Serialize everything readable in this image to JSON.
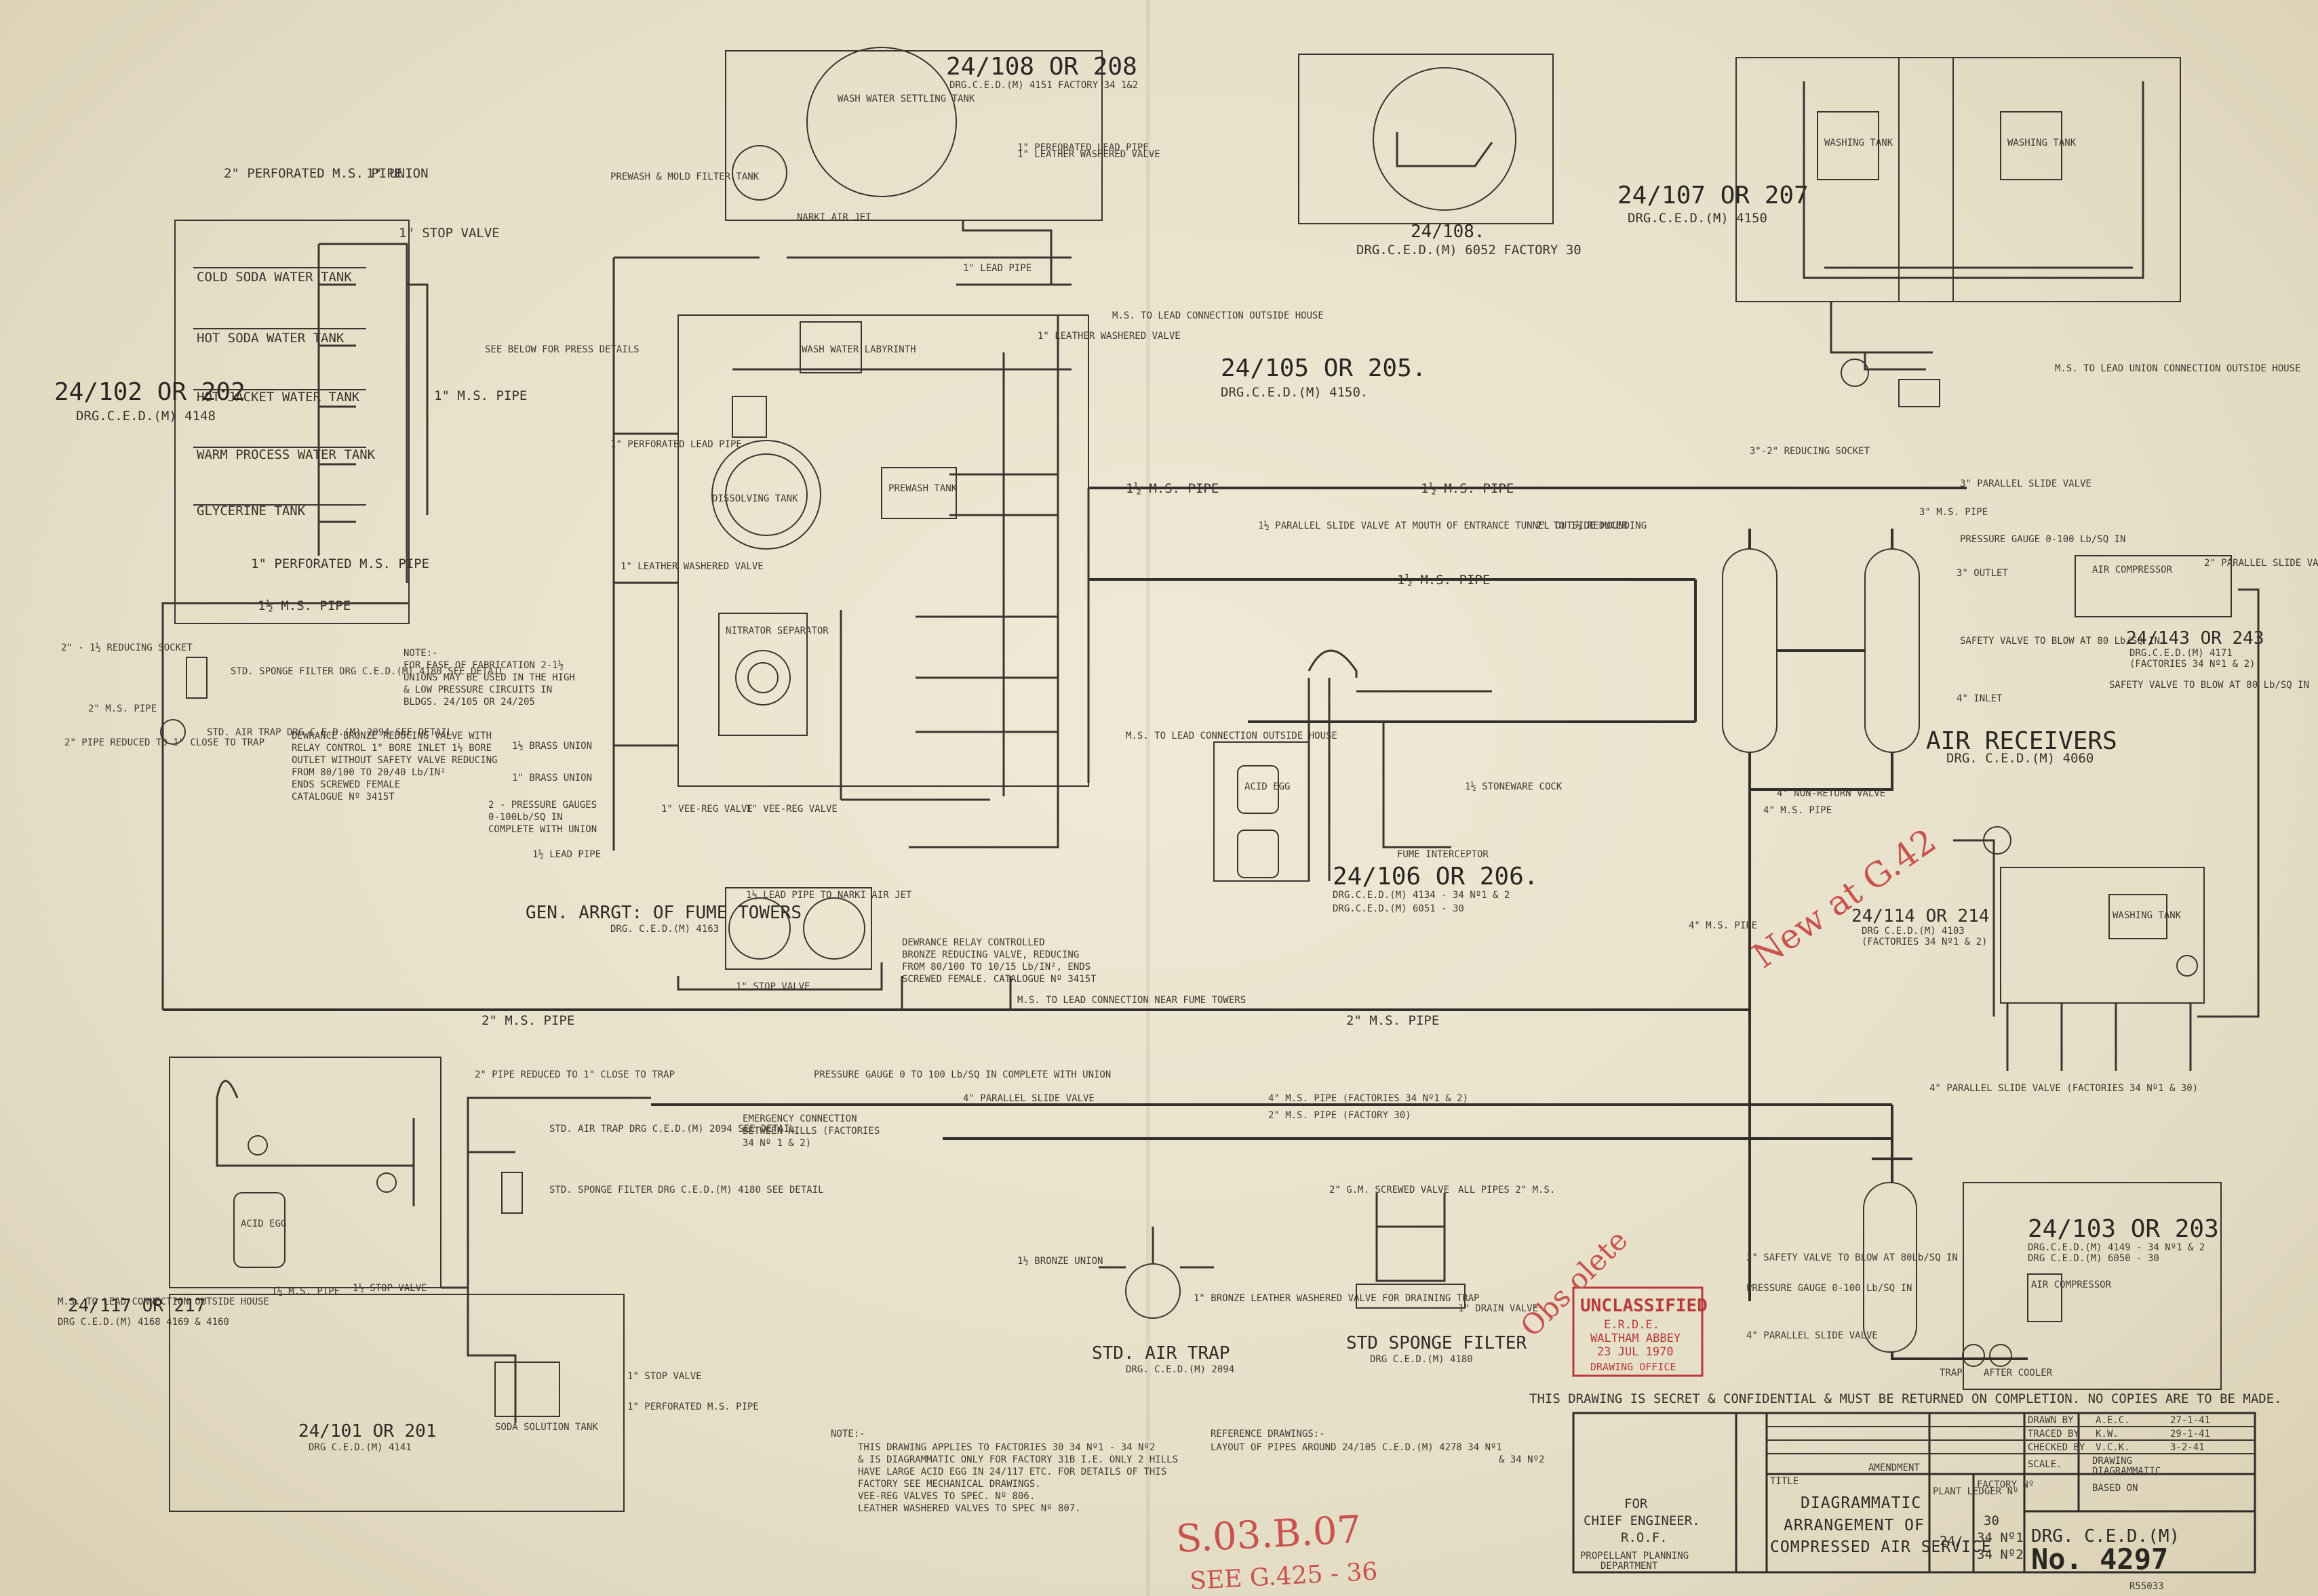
{
  "drawing": {
    "title_lines": [
      "DIAGRAMMATIC",
      "ARRANGEMENT OF",
      "COMPRESSED AIR SERVICE"
    ],
    "title_label": "TITLE",
    "amendment_label": "AMENDMENT",
    "drg_no_label": "DRG. C.E.D.(M)",
    "drg_no_value": "No. 4297",
    "plant_ledger": "PLANT LEDGER Nº",
    "plant_ledger_value": "24/-",
    "factory_label": "FACTORY Nº",
    "factory_values": [
      "30",
      "34 Nº1",
      "34 Nº2"
    ],
    "drawn_by": [
      "DRAWN BY",
      "A.E.C.",
      "27-1-41"
    ],
    "traced_by": [
      "TRACED BY",
      "K.W.",
      "29-1-41"
    ],
    "checked_by": [
      "CHECKED BY",
      "V.C.K.",
      "3-2-41"
    ],
    "scale": [
      "SCALE.",
      "DRAWING",
      "DIAGRAMMATIC"
    ],
    "based_on": "BASED ON",
    "for_chief": [
      "FOR",
      "CHIEF ENGINEER.",
      "R.O.F.",
      "PROPELLANT PLANNING",
      "DEPARTMENT"
    ],
    "secret_note": "THIS DRAWING IS SECRET & CONFIDENTIAL & MUST BE RETURNED ON COMPLETION. NO COPIES ARE TO BE MADE.",
    "stamp": [
      "UNCLASSIFIED",
      "E.R.D.E.",
      "WALTHAM ABBEY",
      "23 JUL 1970",
      "DRAWING OFFICE"
    ],
    "red_marks": [
      "S.03.B.07",
      "SEE G.425 - 36",
      "New at G.42",
      "Obs olete"
    ],
    "catalog_no": "R55033"
  },
  "sections": {
    "s102": [
      "24/102 OR 202",
      "DRG.C.E.D.(M) 4148"
    ],
    "s108": [
      "24/108 OR 208",
      "DRG.C.E.D.(M) 4151 FACTORY 34 1&2"
    ],
    "s108b": [
      "24/108.",
      "DRG.C.E.D.(M) 6052 FACTORY 30"
    ],
    "s107": [
      "24/107 OR 207",
      "DRG.C.E.D.(M) 4150"
    ],
    "s105": [
      "24/105 OR 205.",
      "DRG.C.E.D.(M) 4150."
    ],
    "s106": [
      "24/106 OR 206.",
      "DRG.C.E.D.(M) 4134 - 34 Nº1 & 2",
      "DRG.C.E.D.(M) 6051 - 30"
    ],
    "s143": [
      "24/143 OR 243",
      "DRG.C.E.D.(M) 4171",
      "(FACTORIES 34 Nº1 & 2)"
    ],
    "s114": [
      "24/114 OR 214",
      "DRG C.E.D.(M) 4103",
      "(FACTORIES 34 Nº1 & 2)"
    ],
    "s117": [
      "24/117 OR 217",
      "DRG C.E.D.(M) 4168 4169 & 4160"
    ],
    "s101": [
      "24/101 OR 201",
      "DRG C.E.D.(M) 4141"
    ],
    "s103": [
      "24/103 OR 203",
      "DRG.C.E.D.(M) 4149 - 34 Nº1 & 2",
      "DRG C.E.D.(M) 6050 - 30"
    ]
  },
  "headings": {
    "fume_towers": "GEN. ARRGT: OF FUME TOWERS",
    "fume_towers_drg": "DRG. C.E.D.(M) 4163",
    "air_receivers": "AIR RECEIVERS",
    "air_receivers_drg": "DRG. C.E.D.(M) 4060",
    "std_air_trap": "STD. AIR TRAP",
    "std_air_trap_drg": "DRG. C.E.D.(M) 2094",
    "std_sponge": "STD SPONGE FILTER",
    "std_sponge_drg": "DRG C.E.D.(M) 4180"
  },
  "tanks": [
    "COLD SODA WATER TANK",
    "HOT SODA WATER TANK",
    "HOT JACKET WATER TANK",
    "WARM PROCESS WATER TANK",
    "GLYCERINE TANK"
  ],
  "labels": {
    "perforated_ms_top": "2\" PERFORATED M.S. PIPE",
    "union": "1\" UNION",
    "stop_valve_1": "1\" STOP VALVE",
    "ms_pipe_1": "1\" M.S. PIPE",
    "perforated_ms_bottom": "1\" PERFORATED M.S. PIPE",
    "ms_pipe_15": "1½ M.S. PIPE",
    "reducing_socket_1": "2\" - 1½ REDUCING SOCKET",
    "ms_pipe_2": "2\" M.S. PIPE",
    "pipe_reduced_1": "2\" PIPE REDUCED TO 1\" CLOSE TO TRAP",
    "sponge_note": "STD. SPONGE FILTER DRG C.E.D.(M) 4180 SEE DETAIL",
    "air_trap_note": "STD. AIR TRAP DRG C.E.D.(M) 2094 SEE DETAIL",
    "dewrance_note": [
      "DEWRANCE BRONZE REDUCING VALVE WITH",
      "RELAY CONTROL 1\" BORE INLET 1½ BORE",
      "OUTLET WITHOUT SAFETY VALVE REDUCING",
      "FROM 80/100 TO 20/40 Lb/IN²",
      "ENDS SCREWED FEMALE",
      "CATALOGUE Nº 3415T"
    ],
    "fabrication_note": [
      "NOTE:-",
      "FOR EASE OF FABRICATION 2-1½",
      "UNIONS MAY BE USED IN THE HIGH",
      "& LOW PRESSURE CIRCUITS IN",
      "BLDGS. 24/105 OR 24/205"
    ],
    "see_below": "SEE BELOW FOR PRESS DETAILS",
    "brass_union_1": "1½ BRASS UNION",
    "brass_union_2": "1\" BRASS UNION",
    "pressure_gauges": [
      "2 - PRESSURE GAUGES",
      "0-100Lb/SQ IN",
      "COMPLETE WITH UNION"
    ],
    "lead_pipe_12": "1½ LEAD PIPE",
    "vee_reg_1": "1\" VEE-REG VALVE",
    "vee_reg_2": "1\" VEE-REG VALVE",
    "ms_pipe_main": "1½ M.S. PIPE",
    "ms_pipe_main2": "1½ M.S. PIPE",
    "parallel_slide_1": "3\" PARALLEL SLIDE VALVE",
    "reducing_socket_3": "3\"-2\" REDUCING SOCKET",
    "ms_pipe_3": "3\" M.S. PIPE",
    "pressure_gauge_ar": "PRESSURE GAUGE 0-100 Lb/SQ IN",
    "outlet": "3\" OUTLET",
    "safety_valve": "SAFETY VALVE TO BLOW AT 80 Lb/SQ IN",
    "inlet": "4\" INLET",
    "non_return": "4\" NON-RETURN VALVE",
    "ms_pipe_4": "4\" M.S. PIPE",
    "ms_pipe_4b": "4\" M.S. PIPE",
    "ms_pipe_2b": "2\" M.S. PIPE",
    "ms_pipe_2c": "2\" M.S. PIPE",
    "lead_pipe_ft": "1½ LEAD PIPE TO NARKI AIR JET",
    "dewrance_relay": [
      "DEWRANCE RELAY CONTROLLED",
      "BRONZE REDUCING VALVE, REDUCING",
      "FROM 80/100 TO 10/15 Lb/IN², ENDS",
      "SCREWED FEMALE. CATALOGUE Nº 3415T"
    ],
    "stop_valve_ft": "1\" STOP VALVE",
    "ms_to_lead_ft": "M.S. TO LEAD CONNECTION NEAR FUME TOWERS",
    "emergency": [
      "EMERGENCY CONNECTION",
      "BETWEEN HILLS (FACTORIES",
      "34 Nº 1 & 2)"
    ],
    "ms_pipe_fact": "4\" M.S. PIPE (FACTORIES 34 Nº1 & 2)",
    "ms_pipe_fact30": "2\" M.S. PIPE (FACTORY 30)",
    "parallel_slide_4": "4\" PARALLEL SLIDE VALVE",
    "parallel_slide_fact": "4\" PARALLEL SLIDE VALVE (FACTORIES 34 Nº1 & 30)",
    "pressure_gauge_note": "PRESSURE GAUGE 0 TO 100 Lb/SQ IN COMPLETE WITH UNION",
    "bronze_union": "1½ BRONZE UNION",
    "bronze_leather": "1\" BRONZE LEATHER WASHERED VALVE FOR DRAINING TRAP",
    "gm_screwed": "2\" G.M. SCREWED VALVE",
    "all_pipes": "ALL PIPES 2\" M.S.",
    "drain_valve": "1\" DRAIN VALVE",
    "safety_valve_2": "3\" SAFETY VALVE TO BLOW AT 80Lb/SQ IN",
    "pressure_gauge_2": "PRESSURE GAUGE 0-100 Lb/SQ IN",
    "parallel_slide_bottom": "4\" PARALLEL SLIDE VALVE",
    "air_compressor": "AIR COMPRESSOR",
    "after_cooler": "AFTER COOLER",
    "trap": "TRAP",
    "stop_valve_101": "1\" STOP VALVE",
    "perforated_101": "1\" PERFORATED M.S. PIPE",
    "soda_tank": "SODA SOLUTION TANK",
    "ms_lead_117": "M.S. TO LEAD CONNECTION OUTSIDE HOUSE",
    "stop_valve_117": "1½ STOP VALVE",
    "ms_pipe_117": "1½ M.S. PIPE",
    "pipe_reduced_117": "2\" PIPE REDUCED TO 1\" CLOSE TO TRAP",
    "acid_egg": "ACID EGG",
    "fume_interceptor": "FUME INTERCEPTOR",
    "stoneware_cock": "1½ STONEWARE COCK",
    "wash_labyrinth": "WASH WATER LABYRINTH",
    "dissolving_tank": "DISSOLVING TANK",
    "prewash_tank": "PREWASH TANK",
    "nitrator": "NITRATOR SEPARATOR",
    "narki": "NARKI AIR JET",
    "washing_tank": "WASHING TANK",
    "wash_settling": "WASH WATER SETTLING TANK",
    "prewash_filter": "PREWASH & MOLD FILTER TANK",
    "leather_washered": "1\" LEATHER WASHERED VALVE",
    "lead_pipe_1": "1\" LEAD PIPE",
    "perforated_lead": "1\" PERFORATED LEAD PIPE",
    "ms_to_lead_105": "M.S. TO LEAD CONNECTION OUTSIDE HOUSE",
    "parallel_slide_tunnel": "1½ PARALLEL SLIDE VALVE AT MOUTH OF ENTRANCE TUNNEL OUTSIDE MOUNDING",
    "reducer": "2\" TO 1½ REDUCER",
    "ms_to_lead_107": "M.S. TO LEAD UNION CONNECTION OUTSIDE HOUSE",
    "air_compressor_143": "AIR COMPRESSOR",
    "parallel_slide_143": "2\" PARALLEL SLIDE VALVE",
    "safety_143": "SAFETY VALVE TO BLOW AT 80 Lb/SQ IN"
  },
  "notes": {
    "main": [
      "NOTE:-",
      "THIS DRAWING APPLIES TO FACTORIES 30 34 Nº1 - 34 Nº2",
      "& IS DIAGRAMMATIC ONLY FOR FACTORY 31B I.E. ONLY 2 HILLS",
      "HAVE LARGE ACID EGG IN 24/117 ETC. FOR DETAILS OF THIS",
      "FACTORY SEE MECHANICAL DRAWINGS.",
      "VEE-REG VALVES TO SPEC. Nº 806.",
      "LEATHER WASHERED VALVES TO SPEC Nº 807."
    ],
    "reference": [
      "REFERENCE DRAWINGS:-",
      "LAYOUT OF PIPES AROUND 24/105 C.E.D.(M) 4278 34 Nº1",
      "& 34 Nº2"
    ]
  }
}
